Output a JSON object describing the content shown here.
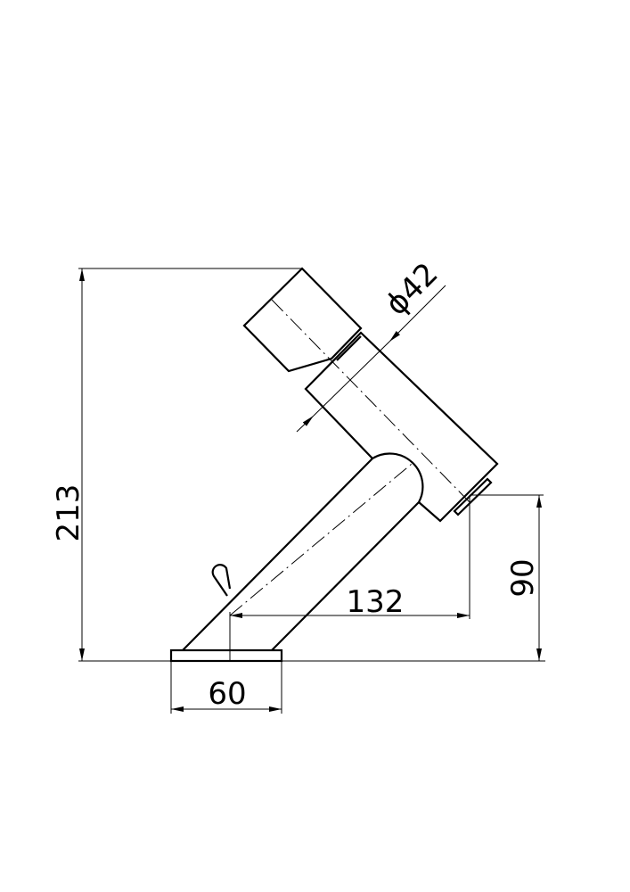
{
  "drawing": {
    "subject": "tap",
    "dimensions": {
      "overall_height": "213",
      "spout_height": "90",
      "spout_reach": "132",
      "base_width": "60",
      "body_diameter": "ϕ42"
    },
    "line_color": "#000000",
    "background": "#ffffff"
  }
}
